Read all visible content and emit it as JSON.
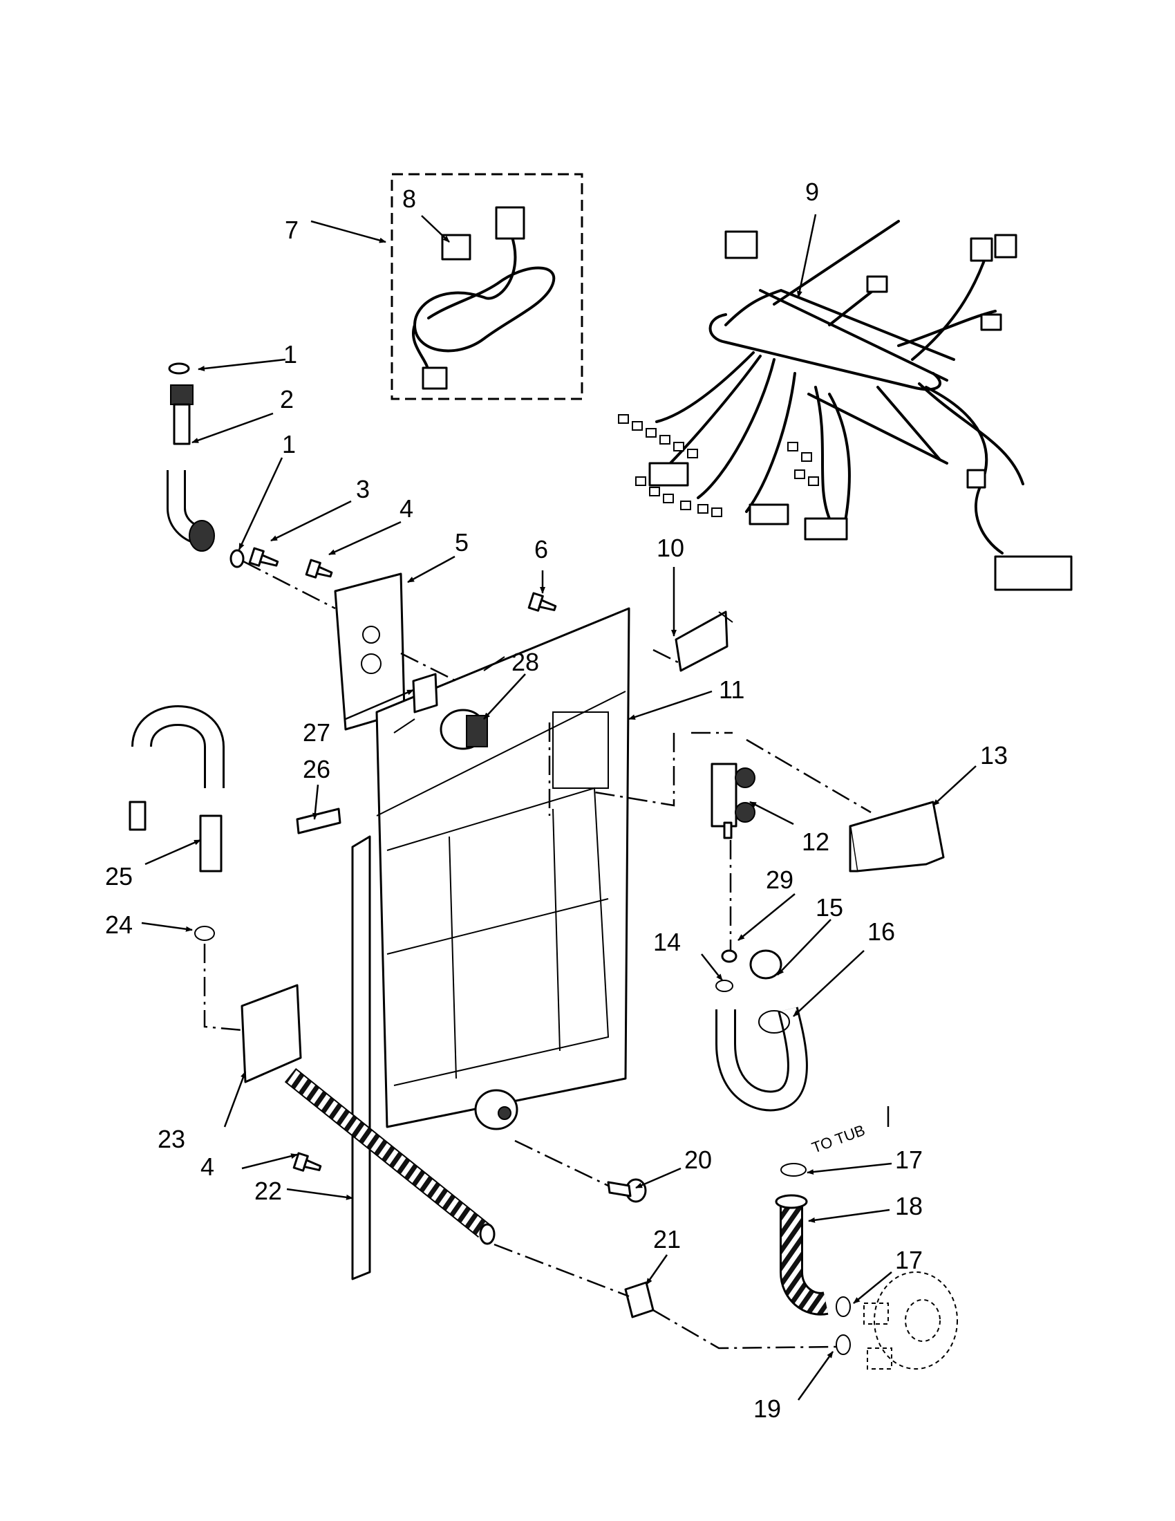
{
  "callouts": {
    "c1a": "1",
    "c2": "2",
    "c1b": "1",
    "c3": "3",
    "c4a": "4",
    "c5": "5",
    "c6": "6",
    "c7": "7",
    "c8": "8",
    "c9": "9",
    "c10": "10",
    "c11": "11",
    "c12": "12",
    "c13": "13",
    "c14": "14",
    "c15": "15",
    "c16": "16",
    "c17a": "17",
    "c17b": "17",
    "c18": "18",
    "c19": "19",
    "c20": "20",
    "c21": "21",
    "c22": "22",
    "c23": "23",
    "c4b": "4",
    "c24": "24",
    "c25": "25",
    "c26": "26",
    "c27": "27",
    "c28": "28",
    "c29": "29"
  },
  "labels": {
    "to_tub": "TO TUB"
  }
}
